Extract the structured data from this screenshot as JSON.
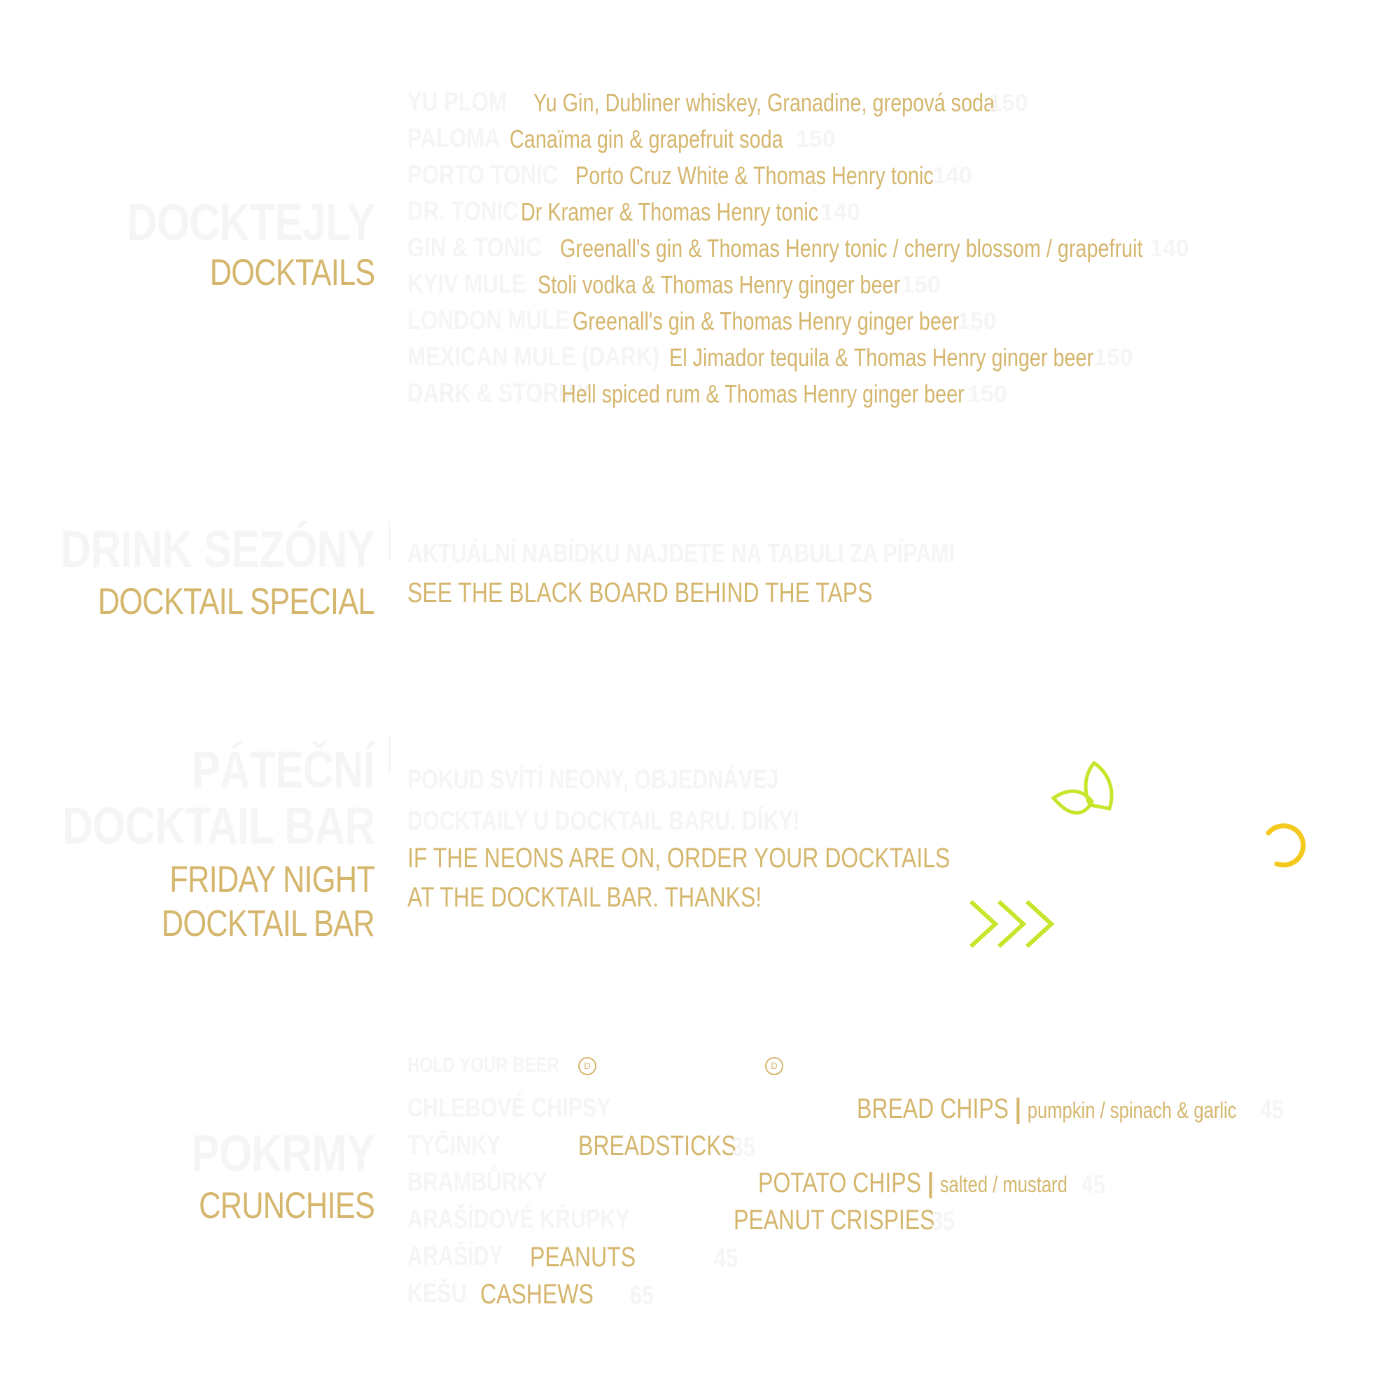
{
  "colors": {
    "gold": "#d5b66d",
    "ghost": "#f5f5f5",
    "lime": "#c5e62a",
    "yellow": "#f3c91d"
  },
  "docktails": {
    "ghost_title": "DOCKTEJLY",
    "title": "DOCKTAILS",
    "items": [
      {
        "ghost_name": "YU PLOM",
        "desc": "Yu Gin, Dubliner whiskey, Granadine, grepová soda",
        "ghost_price": "150"
      },
      {
        "ghost_name": "PALOMA",
        "desc": "Canaïma gin & grapefruit soda",
        "ghost_price": "150"
      },
      {
        "ghost_name": "PORTO TONIC",
        "desc": "Porto Cruz White & Thomas Henry tonic",
        "ghost_price": "140"
      },
      {
        "ghost_name": "DR. TONIC",
        "desc": "Dr Kramer & Thomas Henry tonic",
        "ghost_price": "140"
      },
      {
        "ghost_name": "GIN & TONIC",
        "desc": "Greenall's gin & Thomas Henry tonic / cherry blossom / grapefruit",
        "ghost_price": "140"
      },
      {
        "ghost_name": "KYIV MULE",
        "desc": "Stoli vodka & Thomas Henry ginger beer",
        "ghost_price": "150"
      },
      {
        "ghost_name": "LONDON MULE",
        "desc": "Greenall's gin  & Thomas Henry ginger beer",
        "ghost_price": "150"
      },
      {
        "ghost_name": "MEXICAN MULE (DARK)",
        "desc": "El Jimador tequila & Thomas Henry ginger beer",
        "ghost_price": "150"
      },
      {
        "ghost_name": "DARK & STORMY",
        "desc": "Hell spiced rum & Thomas Henry ginger beer",
        "ghost_price": "150"
      }
    ]
  },
  "special": {
    "ghost_title": "DRINK SEZÓNY",
    "title": "DOCKTAIL SPECIAL",
    "ghost_text": "AKTUÁLNÍ NABÍDKU NAJDETE NA TABULI ZA PÍPAMI",
    "text": "SEE THE BLACK BOARD BEHIND THE TAPS"
  },
  "friday": {
    "ghost_title_1": "PÁTEČNÍ",
    "ghost_title_2": "DOCKTAIL BAR",
    "title_1": "FRIDAY NIGHT",
    "title_2": "DOCKTAIL BAR",
    "ghost_text_1": "POKUD SVÍTÍ NEONY, OBJEDNÁVEJ",
    "ghost_text_2": "DOCKTAILY U DOCKTAIL BARU. DÍKY!",
    "text_1": "IF THE NEONS ARE ON, ORDER YOUR DOCKTAILS",
    "text_2": "AT THE DOCKTAIL BAR. THANKS!"
  },
  "crunchies": {
    "ghost_title": "POKRMY",
    "title": "CRUNCHIES",
    "badge_letter": "D",
    "ghost_header": "HOLD YOUR BEER",
    "items": [
      {
        "ghost": "CHLEBOVÉ CHIPSY",
        "name": "BREAD CHIPS",
        "sub": "pumpkin / spinach & garlic",
        "ghost_price": "45"
      },
      {
        "ghost": "TYČINKY",
        "name": "BREADSTICKS",
        "sub": "",
        "ghost_price": "35"
      },
      {
        "ghost": "BRAMBŮRKY",
        "name": "POTATO CHIPS",
        "sub": "salted / mustard",
        "ghost_price": "45"
      },
      {
        "ghost": "ARAŠÍDOVÉ KŘUPKY",
        "name": "PEANUT CRISPIES",
        "sub": "",
        "ghost_price": "35"
      },
      {
        "ghost": "ARAŠÍDY",
        "name": "PEANUTS",
        "sub": "",
        "ghost_price": "45"
      },
      {
        "ghost": "KEŠU",
        "name": "CASHEWS",
        "sub": "",
        "ghost_price": "65"
      }
    ]
  },
  "decorations": [
    "leaf-icon",
    "loading-circle-icon",
    "chevrons-icon"
  ]
}
